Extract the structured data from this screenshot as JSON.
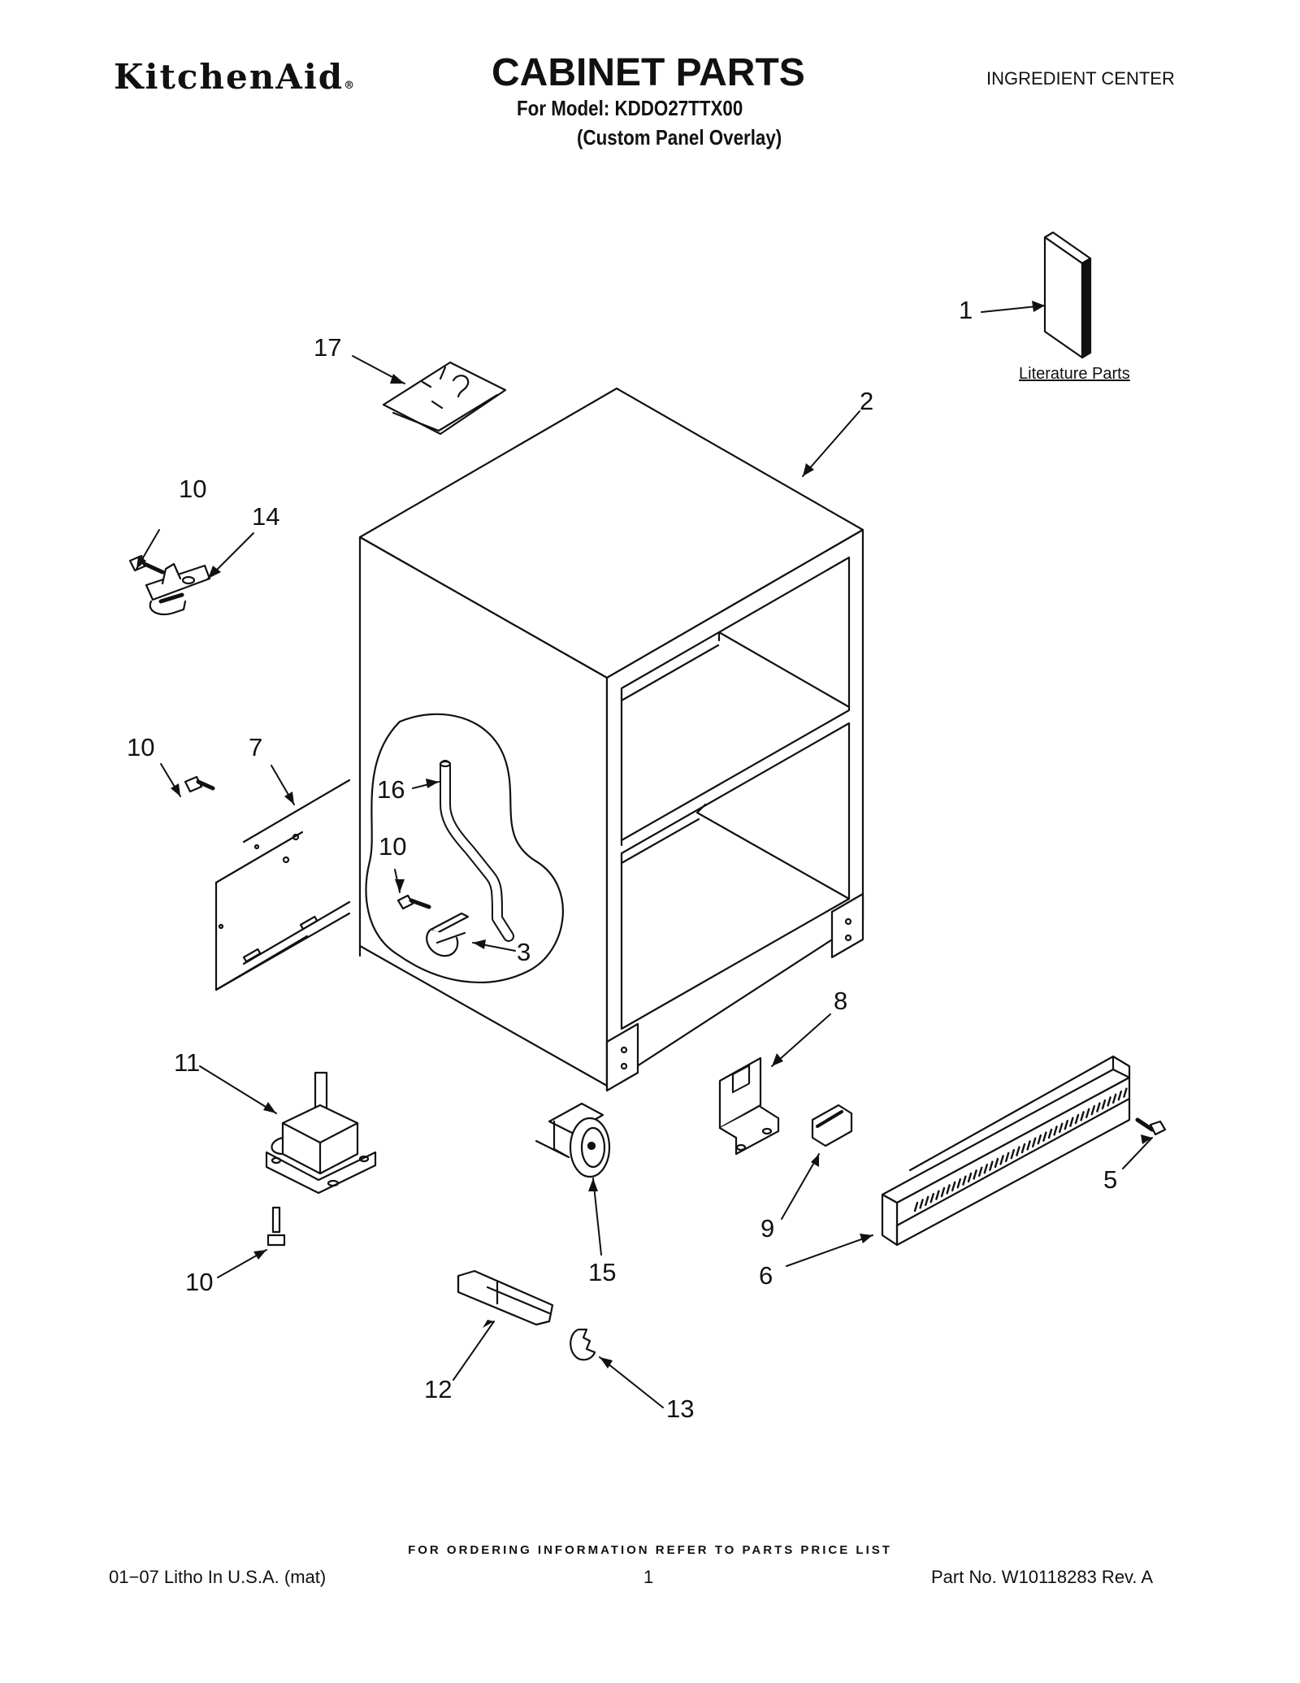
{
  "header": {
    "brand": "KitchenAid",
    "brand_mark": "®",
    "title": "CABINET PARTS",
    "model_line": "For Model: KDDO27TTX00",
    "variant_line": "(Custom Panel Overlay)",
    "section": "INGREDIENT CENTER"
  },
  "diagram": {
    "literature_label": "Literature Parts",
    "callouts": [
      "1",
      "2",
      "3",
      "5",
      "6",
      "7",
      "8",
      "9",
      "10",
      "10",
      "10",
      "10",
      "10",
      "11",
      "12",
      "13",
      "14",
      "15",
      "16",
      "17"
    ]
  },
  "footer": {
    "ordering_note": "FOR ORDERING INFORMATION REFER TO PARTS PRICE LIST",
    "print_info": "01−07 Litho In U.S.A. (mat)",
    "page_number": "1",
    "part_number": "Part No. W10118283 Rev. A"
  }
}
